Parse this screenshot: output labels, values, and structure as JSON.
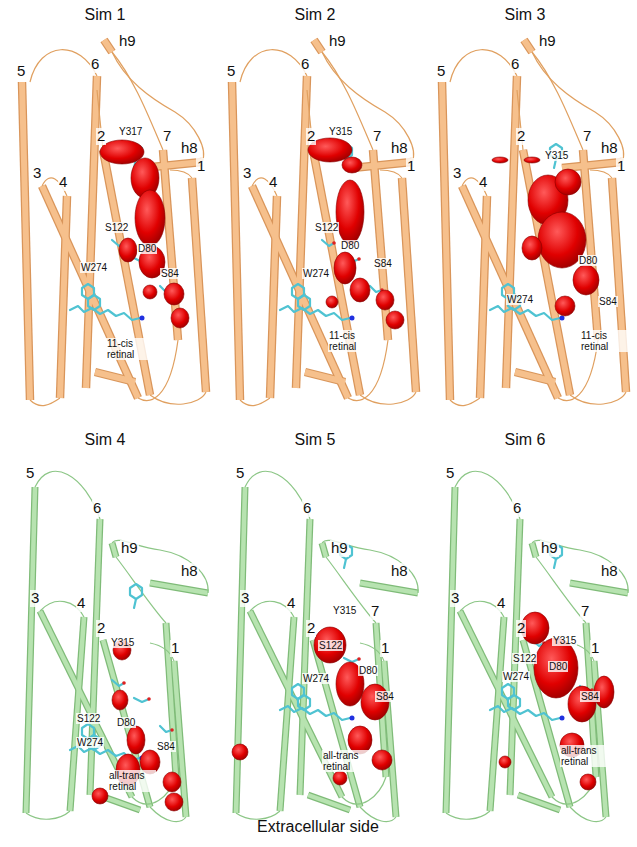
{
  "diagram": {
    "caption": "Extracellular side",
    "labels": [
      "Sim 1",
      "5",
      "6",
      "h9",
      "3",
      "4",
      "2",
      "h8",
      "7",
      "Y317",
      "1",
      "S122",
      "D80",
      "S84",
      "W274",
      "11-cis retinal",
      "Sim 2",
      "5",
      "6",
      "h9",
      "h8",
      "3",
      "4",
      "2",
      "Y315",
      "7",
      "1",
      "S122",
      "D80",
      "S84",
      "W274",
      "11-cis retinal",
      "Sim 3",
      "5",
      "6",
      "h9",
      "h8",
      "3",
      "4",
      "2",
      "Y315",
      "7",
      "1",
      "D80",
      "W274",
      "S84",
      "11-cis retinal",
      "Sim 4",
      "5",
      "6",
      "h9",
      "h8",
      "3",
      "4",
      "2",
      "Y315",
      "1",
      "S122",
      "D80",
      "W274",
      "S84",
      "all-trans retinal",
      "Sim 5",
      "5",
      "6",
      "h9",
      "h8",
      "3",
      "4",
      "2",
      "Y315",
      "7",
      "S122",
      "D80",
      "1",
      "W274",
      "S84",
      "all-trans retinal",
      "Sim 6",
      "5",
      "6",
      "h9",
      "h8",
      "3",
      "4",
      "2",
      "7",
      "Y315",
      "1",
      "S122",
      "D80",
      "W274",
      "S84",
      "all-trans retinal"
    ]
  }
}
